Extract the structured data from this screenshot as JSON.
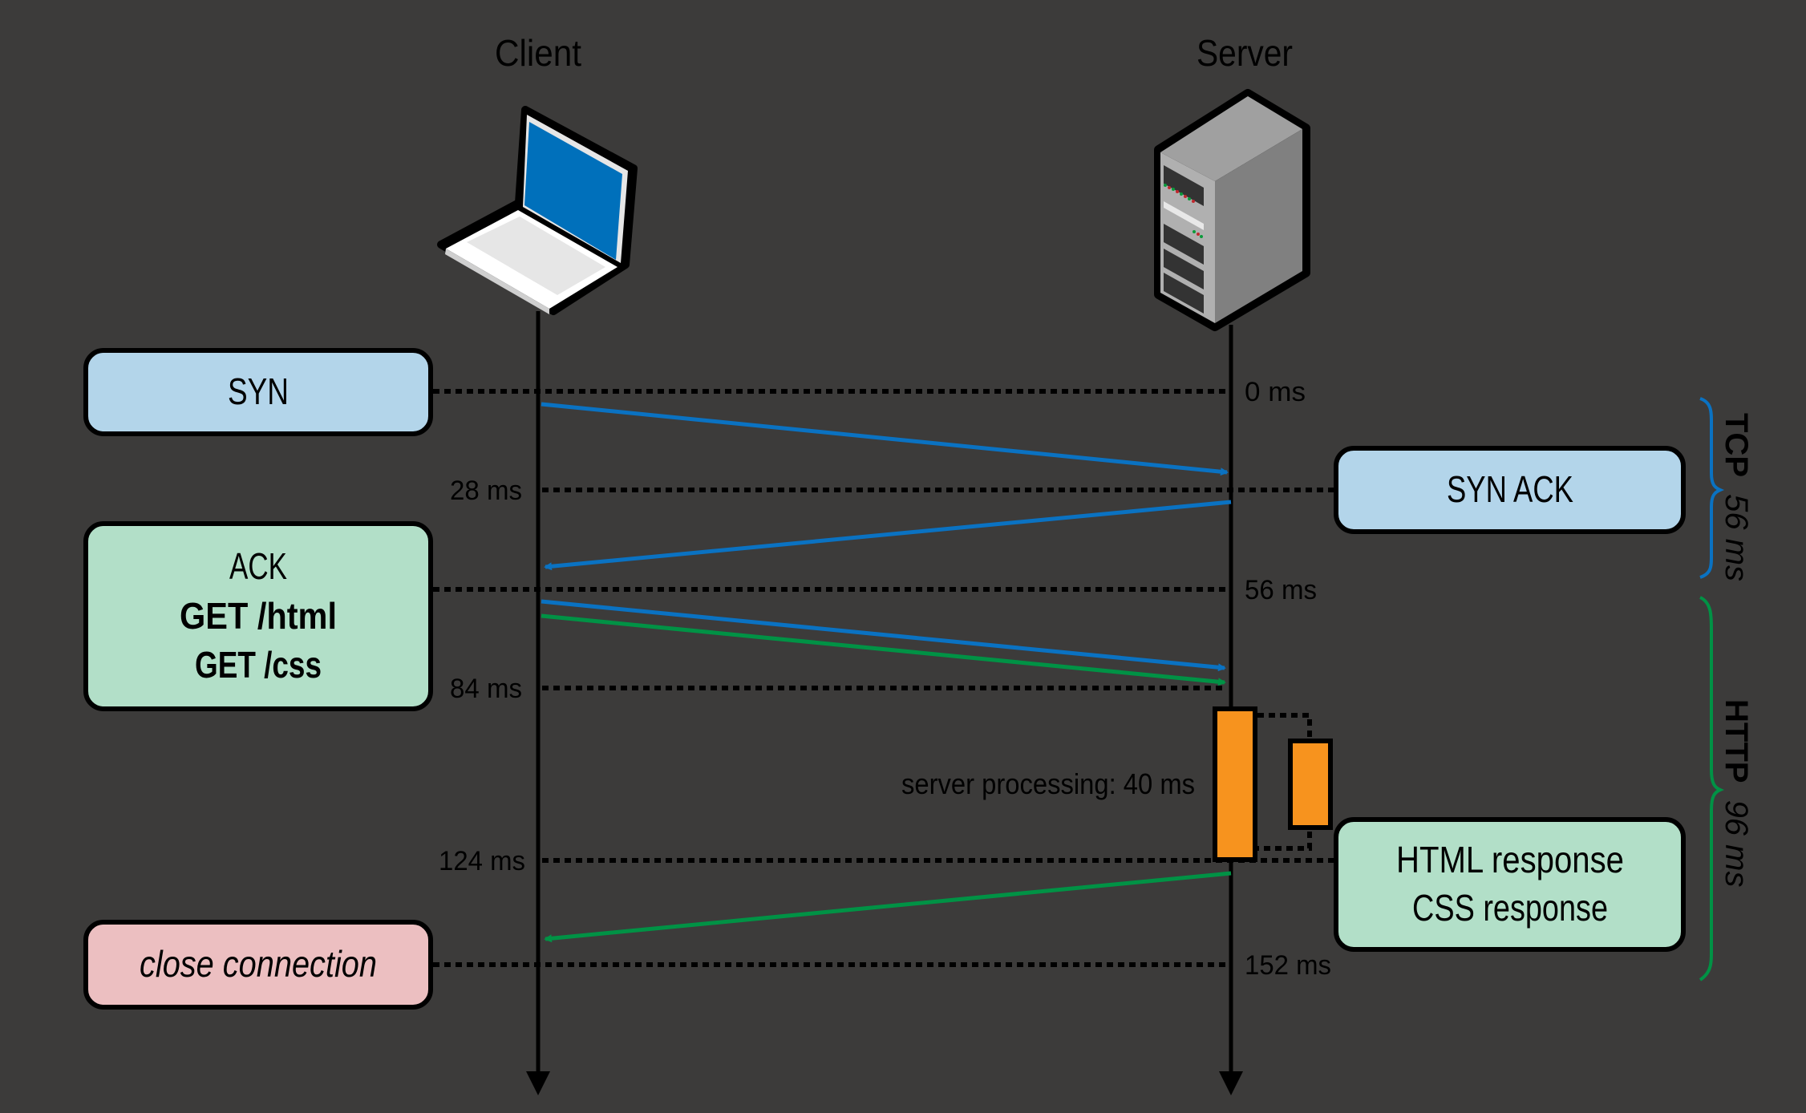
{
  "diagram": {
    "type": "sequence",
    "title_note": "TCP handshake followed by HTTP requests",
    "actors": {
      "client": "Client",
      "server": "Server"
    },
    "timestamps": {
      "t0": "0 ms",
      "t28": "28 ms",
      "t56": "56 ms",
      "t84": "84 ms",
      "t124": "124 ms",
      "t152": "152 ms"
    },
    "messages": {
      "syn": "SYN",
      "syn_ack": "SYN ACK",
      "ack_lines": [
        "ACK",
        "GET /html",
        "GET /css"
      ],
      "response_lines": [
        "HTML response",
        "CSS response"
      ],
      "close": "close connection"
    },
    "processing_label": "server processing: 40 ms",
    "phases": {
      "tcp": {
        "name": "TCP",
        "duration": "56 ms"
      },
      "http": {
        "name": "HTTP",
        "duration": "96 ms"
      }
    },
    "colors": {
      "background": "#3c3b3a",
      "tcp_blue": "#0a72c2",
      "http_green": "#009245",
      "syn_box": "#b3d5ea",
      "ack_box": "#b2dfc8",
      "close_box": "#ecbfc1",
      "processing": "#f7931e",
      "screen_blue": "#0070bb"
    }
  }
}
